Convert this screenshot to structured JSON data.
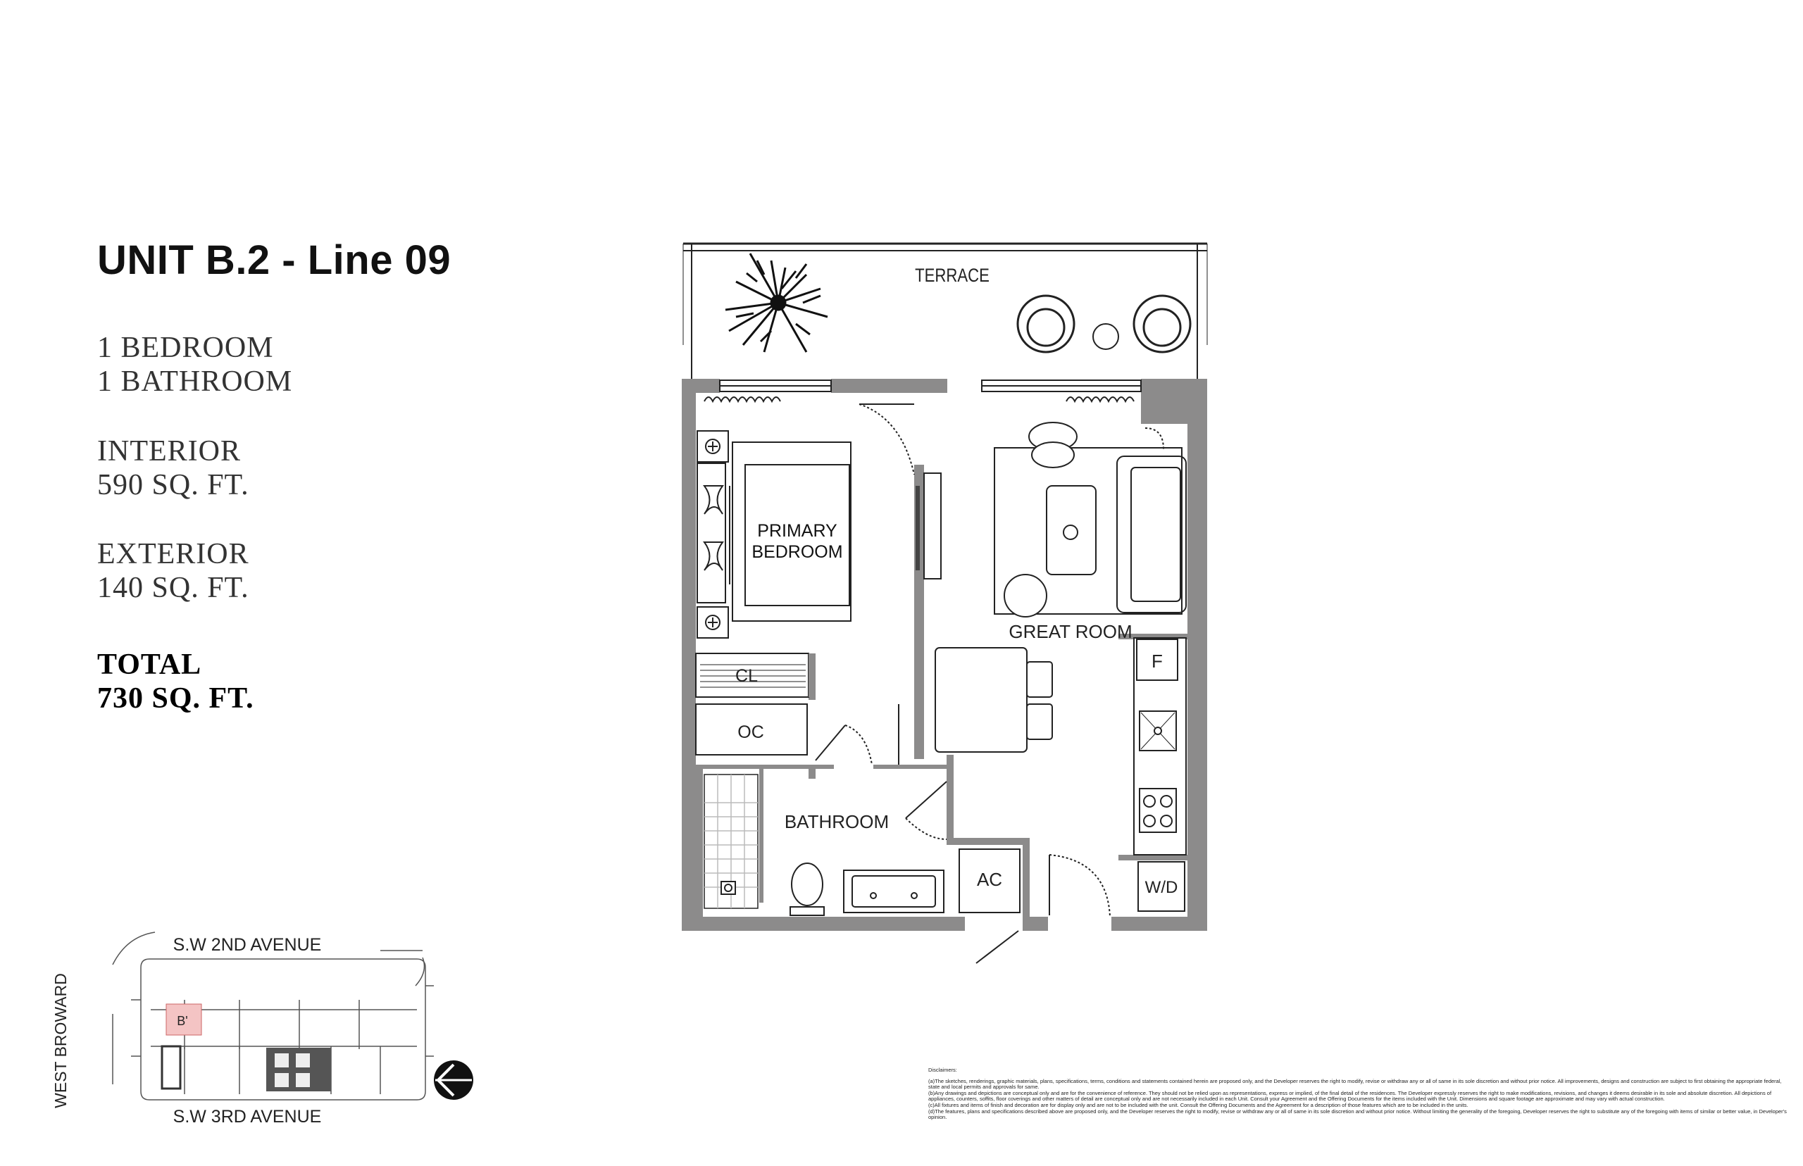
{
  "header": {
    "unit_title": "UNIT B.2 - Line 09"
  },
  "specs": {
    "bedrooms": "1 BEDROOM",
    "bathrooms": "1 BATHROOM",
    "interior_label": "INTERIOR",
    "interior_value": "590 SQ. FT.",
    "exterior_label": "EXTERIOR",
    "exterior_value": "140 SQ. FT.",
    "total_label": "TOTAL",
    "total_value": "730 SQ. FT."
  },
  "plan": {
    "terrace": "TERRACE",
    "primary_bedroom_line1": "PRIMARY",
    "primary_bedroom_line2": "BEDROOM",
    "great_room": "GREAT ROOM",
    "closet": "CL",
    "other_closet": "OC",
    "bathroom": "BATHROOM",
    "ac": "AC",
    "fridge": "F",
    "washer_dryer": "W/D"
  },
  "keyplan": {
    "north_street": "S.W 2ND AVENUE",
    "south_street": "S.W 3RD AVENUE",
    "west_street": "WEST BROWARD",
    "unit_marker": "B'"
  },
  "colors": {
    "wall": "#8c8b8b",
    "highlight": "#f4c4c4",
    "line": "#222222"
  },
  "disclaimer": {
    "title": "Disclaimers:",
    "lines": [
      "(a)The sketches, renderings, graphic materials, plans, specifications, terms, conditions and statements contained herein are proposed only, and the Developer reserves the right to modify, revise or withdraw any or all of same in its sole discretion and without prior notice. All improvements, designs and construction are subject to first obtaining the appropriate federal, state and local permits and approvals for same.",
      "(b)Any drawings and depictions are conceptual only and are for the convenience of reference. They should not be relied upon as representations, express or implied, of the final detail of the residences. The Developer expressly reserves the right to make modifications, revisions, and changes it deems desirable in its sole and absolute discretion. All depictions of appliances, counters, soffits, floor coverings and other matters of detail are conceptual only and are not necessarily included in each Unit. Consult your Agreement and the Offering Documents for the items included with the Unit. Dimensions and square footage are approximate and may vary with actual construction.",
      "(c)All fixtures and items of finish and decoration are for display only and are not to be included with the unit. Consult the Offering Documents and the Agreement for a description of those features which are to be included in the units.",
      "(d)The features, plans and specifications described above are proposed only, and the Developer reserves the right to modify, revise or withdraw any or all of same in its sole discretion and without prior notice. Without limiting the generality of the foregoing, Developer reserves the right to substitute any of the foregoing with items of similar or better value, in Developer's opinion."
    ]
  }
}
